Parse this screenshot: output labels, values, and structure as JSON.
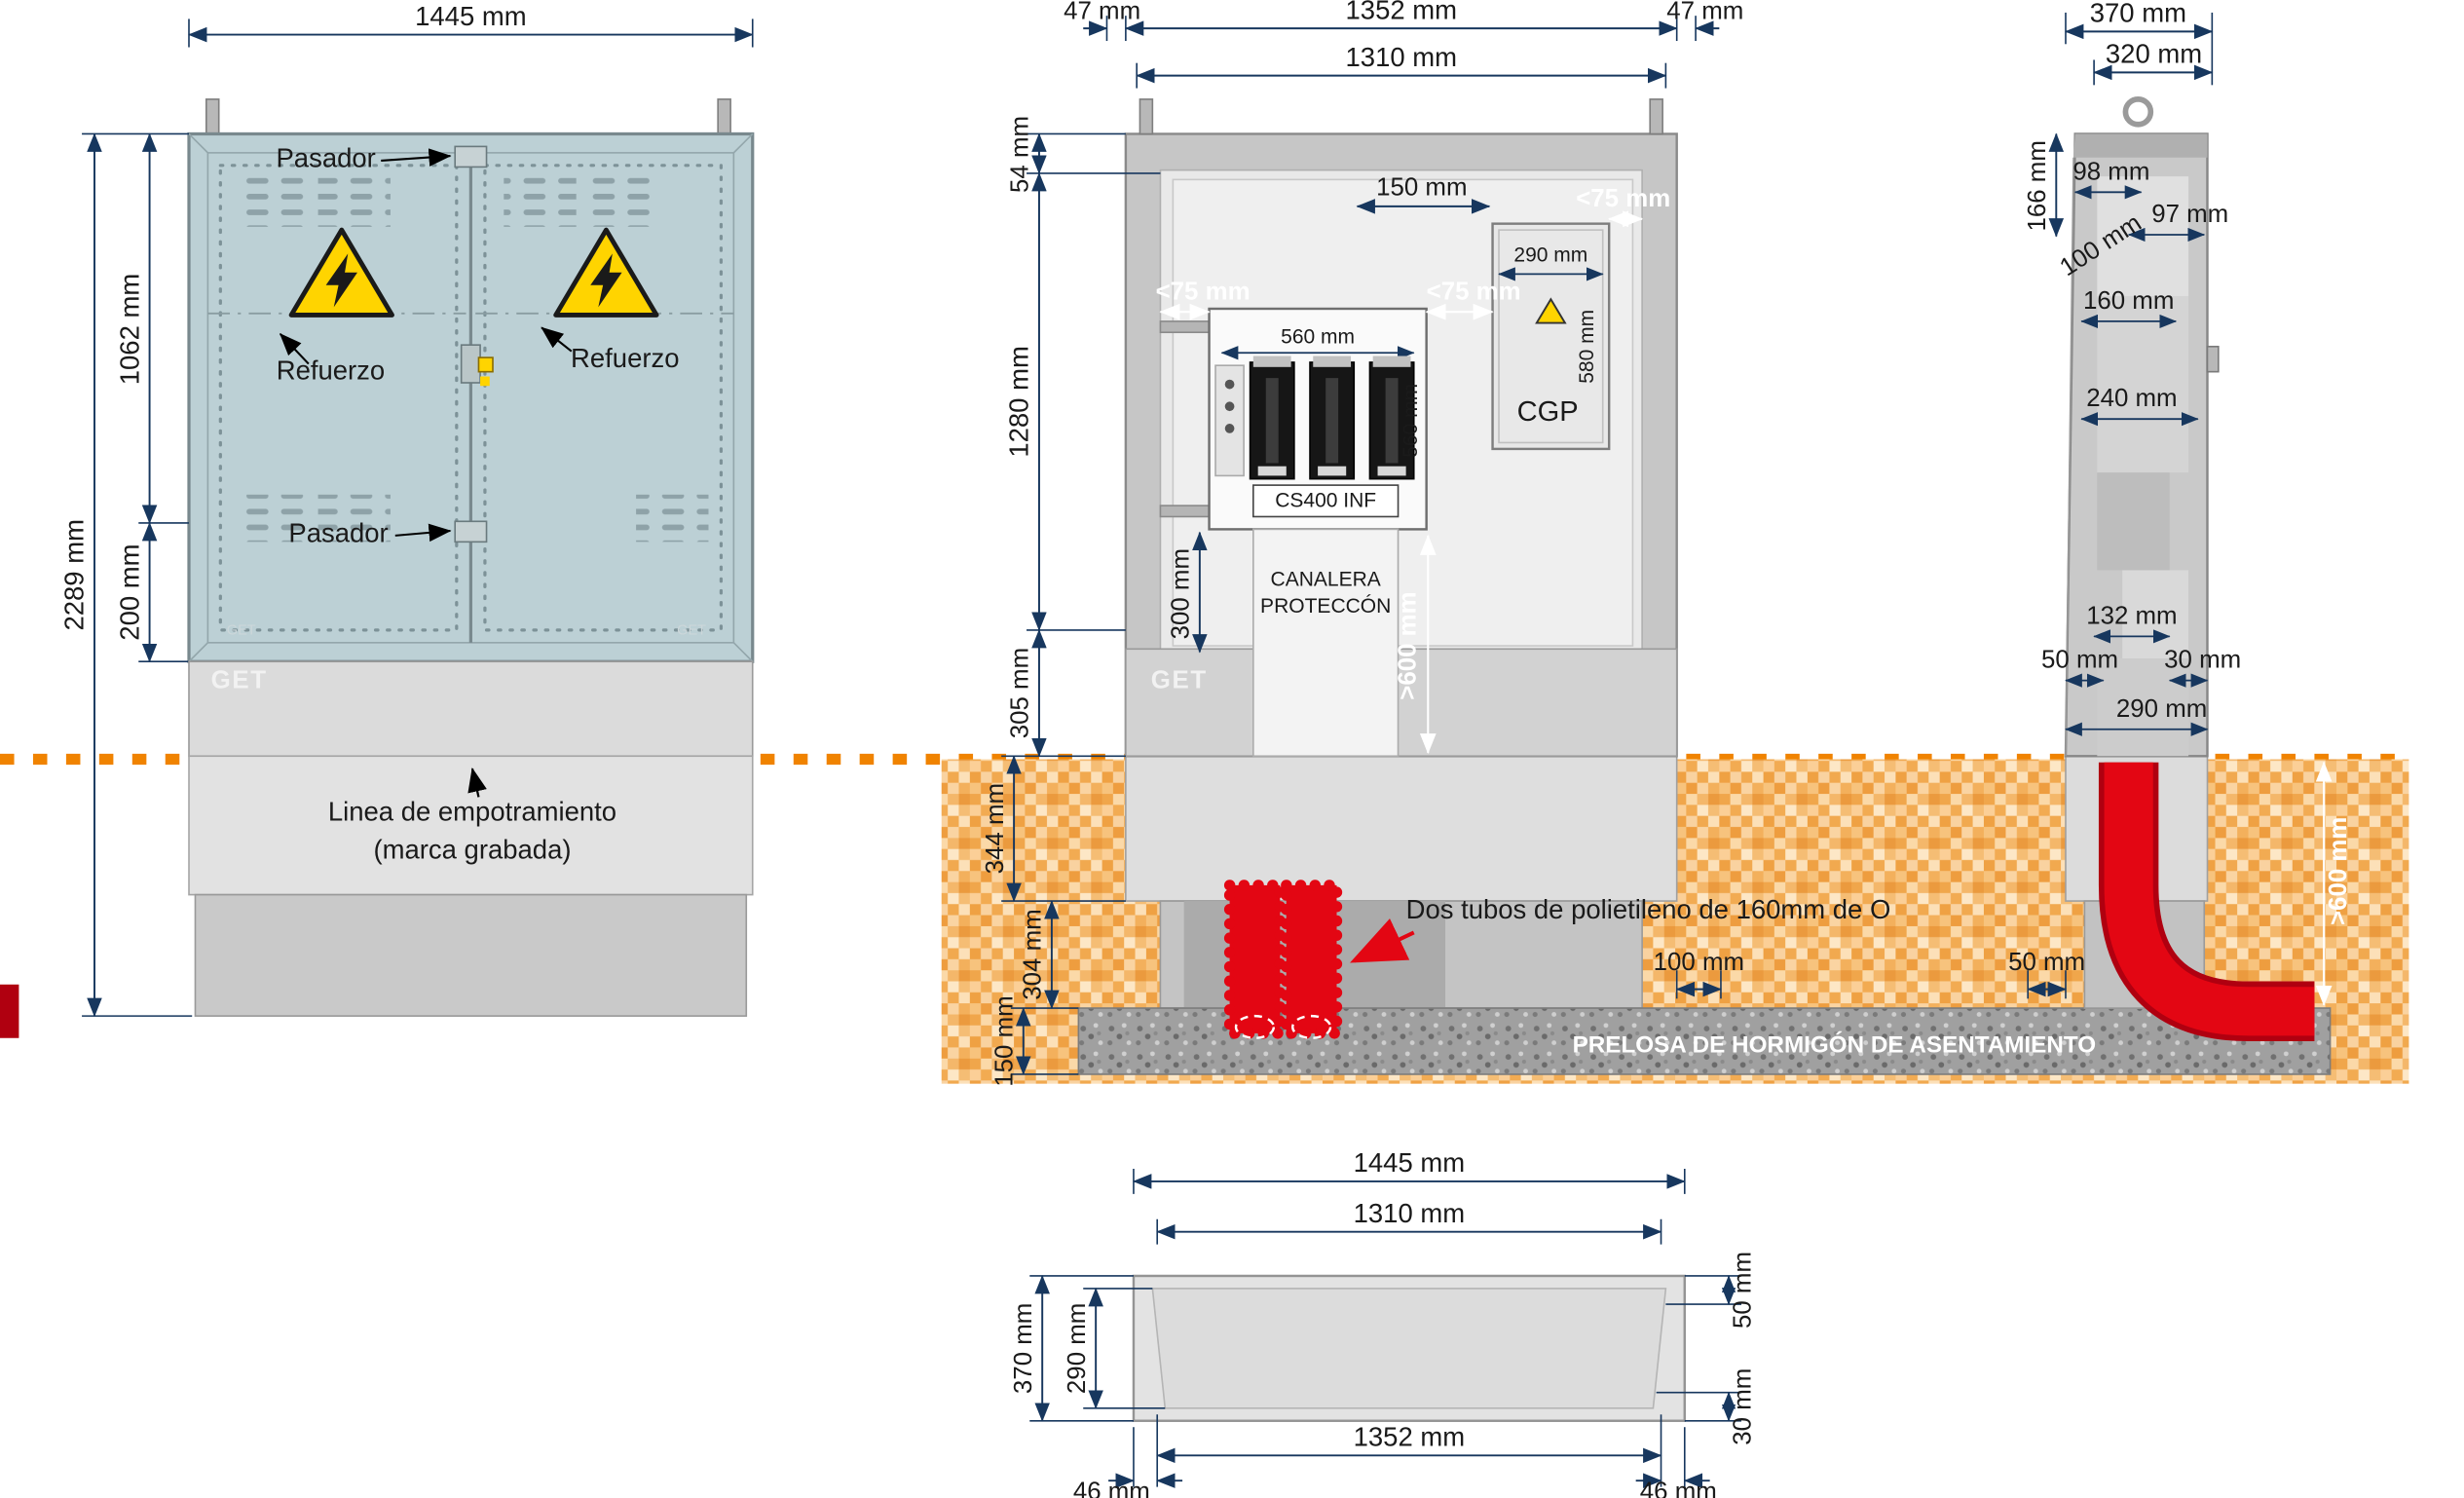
{
  "front": {
    "dim_width": "1445 mm",
    "dim_total": "2289 mm",
    "dim_door": "1062 mm",
    "dim_base": "200 mm",
    "pasador_top": "Pasador",
    "pasador_bottom": "Pasador",
    "refuerzo_left": "Refuerzo",
    "refuerzo_right": "Refuerzo",
    "brand": "GET",
    "molded_mark": "GET",
    "embed_line_1": "Linea de empotramiento",
    "embed_line_2": "(marca grabada)"
  },
  "section": {
    "dim_47_left": "47 mm",
    "dim_1352": "1352 mm",
    "dim_47_right": "47 mm",
    "dim_1310": "1310 mm",
    "dim_54": "54 mm",
    "dim_1280": "1280 mm",
    "dim_305": "305 mm",
    "dim_344": "344 mm",
    "dim_304": "304 mm",
    "dim_150_slab": "150 mm",
    "dim_150_top": "150 mm",
    "dim_lt75_left": "<75 mm",
    "dim_lt75_mid": "<75 mm",
    "dim_lt75_right": "<75 mm",
    "dim_560_h": "560 mm",
    "dim_560_v": "560 mm",
    "cs_label": "CS400 INF",
    "dim_290": "290 mm",
    "dim_580": "580 mm",
    "cgp_label": "CGP",
    "dim_300": "300 mm",
    "canalera_1": "CANALERA",
    "canalera_2": "PROTECCÓN",
    "dim_gt600": ">600 mm",
    "brand": "GET",
    "tube_note": "Dos tubos de polietileno de 160mm de O",
    "dim_100": "100 mm",
    "dim_50": "50 mm",
    "slab_label": "PRELOSA DE HORMIGÓN DE ASENTAMIENTO"
  },
  "side": {
    "dim_370": "370 mm",
    "dim_320": "320 mm",
    "dim_166": "166 mm",
    "dim_98": "98 mm",
    "dim_97": "97 mm",
    "dim_100": "100 mm",
    "dim_160": "160 mm",
    "dim_240": "240 mm",
    "dim_132": "132 mm",
    "dim_50": "50 mm",
    "dim_30": "30 mm",
    "dim_290": "290 mm",
    "dim_gt600": ">600 mm"
  },
  "plan": {
    "dim_1445": "1445 mm",
    "dim_1310": "1310 mm",
    "dim_370": "370 mm",
    "dim_290": "290 mm",
    "dim_50": "50 mm",
    "dim_30": "30 mm",
    "dim_46_left": "46 mm",
    "dim_1352": "1352 mm",
    "dim_46_right": "46 mm"
  },
  "icons": {
    "warning_triangle": "high-voltage-warning-icon",
    "lifting_eye": "lifting-eye-icon"
  },
  "colors": {
    "dimension_lines": "#17375e",
    "cabinet_doors": "#bcd0d5",
    "warning_yellow": "#ffd400",
    "tube_red": "#e30613",
    "soil_orange": "#f2b263",
    "ground_line_orange": "#f08300",
    "concrete_gray": "#9a9a9a"
  }
}
